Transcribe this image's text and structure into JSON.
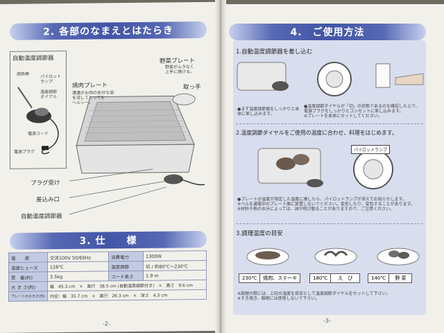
{
  "left": {
    "section2_title": "2. 各部のなまえとはたらき",
    "thermo_box_title": "自動温度調節器",
    "thermo_labels": [
      "感熱棒",
      "パイロット\nランプ",
      "温度調節\nダイアル",
      "電源コード",
      "電源プラグ"
    ],
    "parts": {
      "veg_plate": "野菜プレート",
      "veg_plate_note": "野菜がムラなく\n上手に焼ける。",
      "grill_plate": "焼肉プレート",
      "grill_plate_note": "溝溝がお肉の余分な油\nを流してとっても\nヘルシー。",
      "handle": "取っ手",
      "plug_receiver": "プラグ受け",
      "insert_port": "差込み口",
      "thermostat": "自動温度調節器"
    },
    "section3_title": "3. 仕　　様",
    "spec": {
      "power_label": "電　　源",
      "power_value": "交流100V 50/60Hz",
      "consumption_label": "消費電力",
      "consumption_value": "1300W",
      "fuse_label": "温度ヒューズ",
      "fuse_value": "128℃",
      "temp_label": "温度調節",
      "temp_value": "切 / 約80℃〜230℃",
      "mass_label": "質　量(約)",
      "mass_value": "3.5kg",
      "cord_label": "コード長さ",
      "cord_value": "1.9 m",
      "size_label": "大 き さ(約)",
      "size_value": "幅　45.3 cm　×　奥行　38.5 cm (自動温度調節付き)　×　高さ　9.6 cm",
      "inner_label": "プレートの大きさ(約)",
      "inner_value": "内径：幅　35.7 cm　×　奥行　26.3 cm　×　深さ　4.3 cm"
    },
    "page_number": "-2-"
  },
  "right": {
    "section4_title": "4.　ご使用方法",
    "step1_title": "1.自動温度調節器を差し込む",
    "step1_note_left": "●まず温度調節器をしっかりと本\n体に差し込みます。",
    "step1_note_right": "●温度調節ダイヤルが「切」の状態であるのを確認した上で、\n電源プラグをしっかりとコンセントに差し込みます。\n※プレートを本体にセットしてください。",
    "step2_title": "2.温度調節ダイヤルをご使用の温度に合わせ、料理をはじめます。",
    "pilot_lamp_label": "パイロットランプ",
    "step2_note": "●プレートの温度が指定した温度に達したら、パイロットランプが消えてお知らせします。\n※ベルを通電中のプレート面に放置しないでください。変形したり、変色することがあります。\n※材料や熱の水分によっては、油が飛び散ることがありますので、ご注意ください。",
    "step3_title": "3.調理温度の目安",
    "guides": [
      {
        "temp": "230℃",
        "food": "焼肉、ステーキ"
      },
      {
        "temp": "180℃",
        "food": "え　び"
      },
      {
        "temp": "140℃",
        "food": "野 菜"
      }
    ],
    "footer_note": "※調理の際には、上記の温度を目安として温度調節ダイヤルをセットして下さい。\n※すき焼き、鍋物には使用しないで下さい。",
    "page_number": "-3-"
  }
}
